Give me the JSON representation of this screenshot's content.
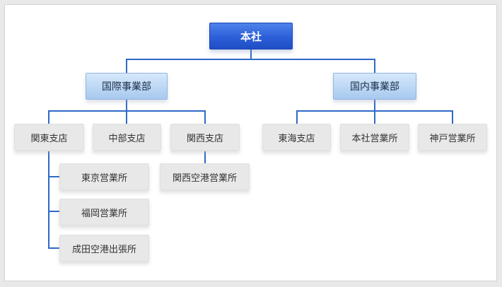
{
  "colors": {
    "connector": "#2e6ac8",
    "top_node": "#2c5fd8",
    "division_node": "#a7c9ef",
    "leaf_node": "#e8e8e8"
  },
  "org": {
    "root": "本社",
    "divisions": {
      "international": "国際事業部",
      "domestic": "国内事業部"
    },
    "international_branches": {
      "kanto": "関東支店",
      "chubu": "中部支店",
      "kansai": "関西支店"
    },
    "kanto_offices": {
      "tokyo": "東京営業所",
      "fukuoka": "福岡営業所",
      "narita": "成田空港出張所"
    },
    "kansai_offices": {
      "kansai_airport": "関西空港営業所"
    },
    "domestic_branches": {
      "tokai": "東海支店",
      "honsha_office": "本社営業所",
      "kobe": "神戸営業所"
    }
  }
}
